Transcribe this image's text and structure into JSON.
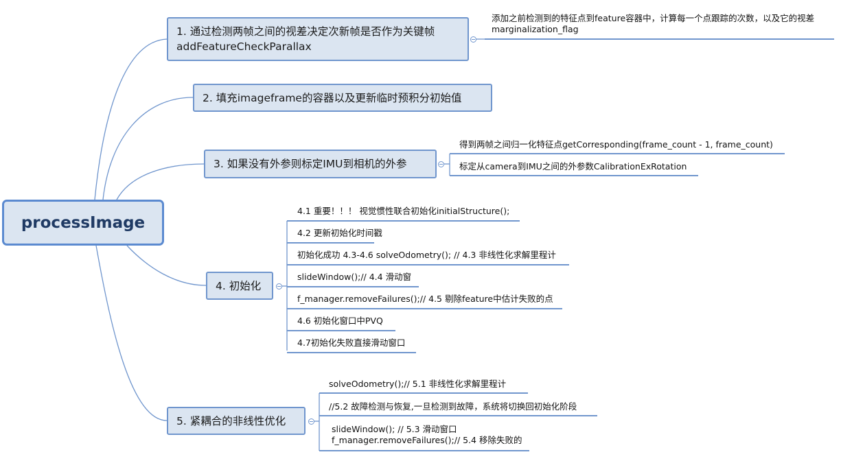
{
  "root": {
    "label": "processImage"
  },
  "topics": [
    {
      "lines": [
        "1. 通过检测两帧之间的视差决定次新帧是否作为关键帧",
        "addFeatureCheckParallax"
      ],
      "children": [
        {
          "lines": [
            "添加之前检测到的特征点到feature容器中，计算每一个点跟踪的次数，以及它的视差",
            "marginalization_flag"
          ]
        }
      ]
    },
    {
      "lines": [
        "2. 填充imageframe的容器以及更新临时预积分初始值"
      ],
      "children": []
    },
    {
      "lines": [
        "3. 如果没有外参则标定IMU到相机的外参"
      ],
      "children": [
        {
          "lines": [
            "得到两帧之间归一化特征点getCorresponding(frame_count - 1, frame_count)"
          ]
        },
        {
          "lines": [
            "标定从camera到IMU之间的外参数CalibrationExRotation"
          ]
        }
      ]
    },
    {
      "lines": [
        "4. 初始化"
      ],
      "children": [
        {
          "lines": [
            "4.1 重要！！！ 视觉惯性联合初始化initialStructure();"
          ]
        },
        {
          "lines": [
            "4.2 更新初始化时间戳"
          ]
        },
        {
          "lines": [
            "初始化成功 4.3-4.6  solveOdometry(); // 4.3 非线性化求解里程计"
          ]
        },
        {
          "lines": [
            "slideWindow();// 4.4 滑动窗"
          ]
        },
        {
          "lines": [
            " f_manager.removeFailures();// 4.5 剔除feature中估计失败的点"
          ]
        },
        {
          "lines": [
            "4.6 初始化窗口中PVQ"
          ]
        },
        {
          "lines": [
            "4.7初始化失败直接滑动窗口"
          ]
        }
      ]
    },
    {
      "lines": [
        "5. 紧耦合的非线性优化"
      ],
      "children": [
        {
          "lines": [
            "solveOdometry();// 5.1 非线性化求解里程计"
          ]
        },
        {
          "lines": [
            "//5.2 故障检测与恢复,一旦检测到故障，系统将切换回初始化阶段"
          ]
        },
        {
          "lines": [
            "slideWindow(); // 5.3 滑动窗口",
            "f_manager.removeFailures();// 5.4 移除失败的"
          ]
        }
      ]
    }
  ],
  "colors": {
    "line": "#6f95cd",
    "fill": "#dbe5f1",
    "root_border": "#5b8ad0",
    "root_text": "#1f3a64"
  }
}
